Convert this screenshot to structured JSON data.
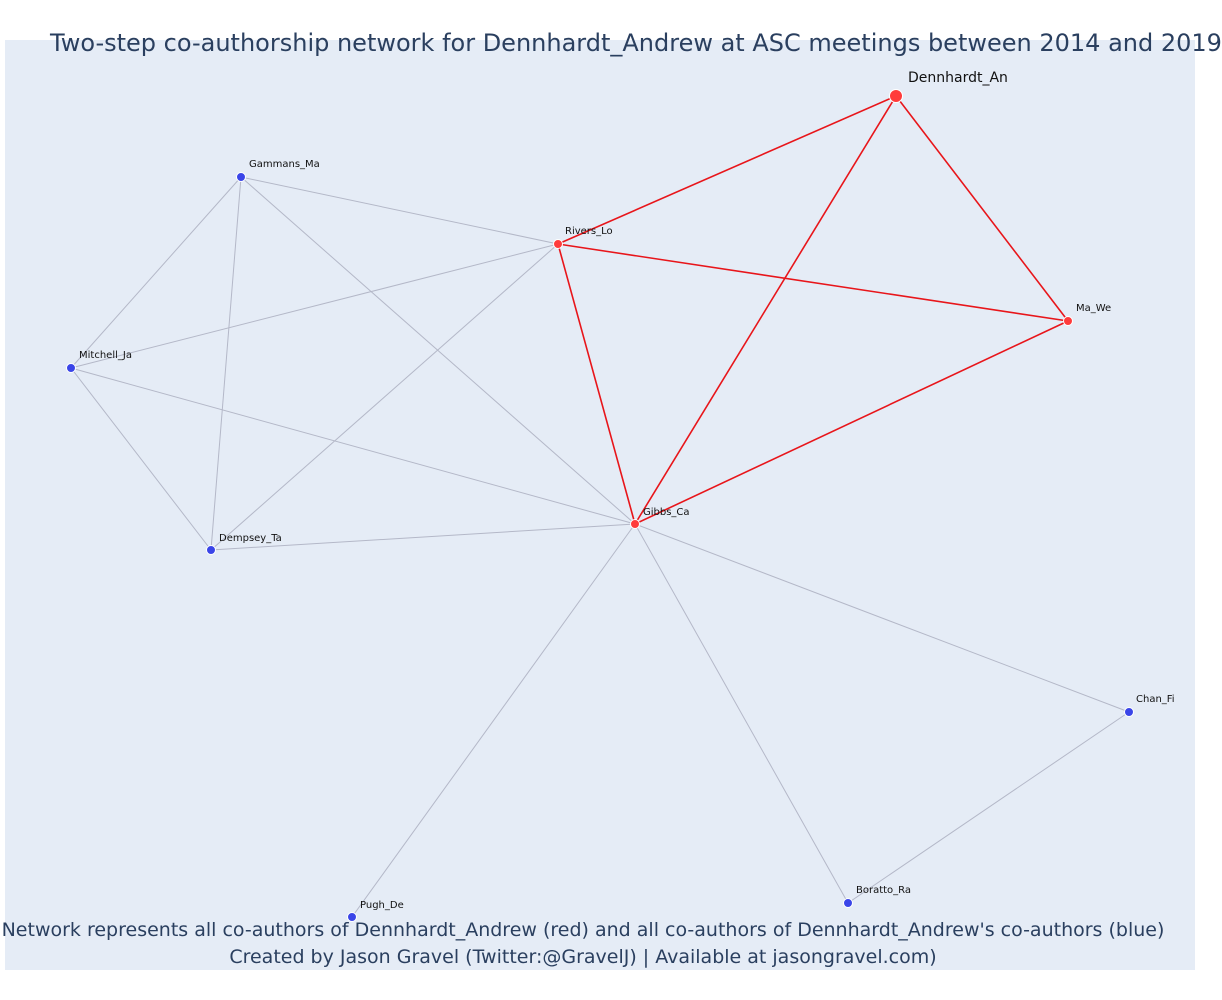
{
  "title": "Two-step co-authorship network for Dennhardt_Andrew at ASC meetings between 2014 and 2019",
  "caption": {
    "line1": "Network represents all co-authors of Dennhardt_Andrew (red) and all co-authors of Dennhardt_Andrew's co-authors (blue)",
    "line2": "Created by Jason Gravel (Twitter:@GravelJ) | Available at jasongravel.com)"
  },
  "colors": {
    "plot_background": "#e5ecf6",
    "first_step_node": "#ff3b3b",
    "second_step_node": "#3a45e8",
    "first_step_edge": "#e8151a",
    "second_step_edge": "#b4b8c8",
    "text": "#2a3f5f"
  },
  "nodes": [
    {
      "id": "Dennhardt_An",
      "label": "Dennhardt_An",
      "group": "ego"
    },
    {
      "id": "Rivers_Lo",
      "label": "Rivers_Lo",
      "group": "co-author"
    },
    {
      "id": "Ma_We",
      "label": "Ma_We",
      "group": "co-author"
    },
    {
      "id": "Gibbs_Ca",
      "label": "Gibbs_Ca",
      "group": "co-author"
    },
    {
      "id": "Gammans_Ma",
      "label": "Gammans_Ma",
      "group": "second-step"
    },
    {
      "id": "Mitchell_Ja",
      "label": "Mitchell_Ja",
      "group": "second-step"
    },
    {
      "id": "Dempsey_Ta",
      "label": "Dempsey_Ta",
      "group": "second-step"
    },
    {
      "id": "Chan_Fi",
      "label": "Chan_Fi",
      "group": "second-step"
    },
    {
      "id": "Boratto_Ra",
      "label": "Boratto_Ra",
      "group": "second-step"
    },
    {
      "id": "Pugh_De",
      "label": "Pugh_De",
      "group": "second-step"
    }
  ],
  "edges": [
    {
      "source": "Dennhardt_An",
      "target": "Rivers_Lo",
      "type": "first-step"
    },
    {
      "source": "Dennhardt_An",
      "target": "Ma_We",
      "type": "first-step"
    },
    {
      "source": "Dennhardt_An",
      "target": "Gibbs_Ca",
      "type": "first-step"
    },
    {
      "source": "Rivers_Lo",
      "target": "Ma_We",
      "type": "first-step"
    },
    {
      "source": "Rivers_Lo",
      "target": "Gibbs_Ca",
      "type": "first-step"
    },
    {
      "source": "Ma_We",
      "target": "Gibbs_Ca",
      "type": "first-step"
    },
    {
      "source": "Gammans_Ma",
      "target": "Rivers_Lo",
      "type": "second-step"
    },
    {
      "source": "Gammans_Ma",
      "target": "Mitchell_Ja",
      "type": "second-step"
    },
    {
      "source": "Gammans_Ma",
      "target": "Dempsey_Ta",
      "type": "second-step"
    },
    {
      "source": "Gammans_Ma",
      "target": "Gibbs_Ca",
      "type": "second-step"
    },
    {
      "source": "Mitchell_Ja",
      "target": "Rivers_Lo",
      "type": "second-step"
    },
    {
      "source": "Mitchell_Ja",
      "target": "Gibbs_Ca",
      "type": "second-step"
    },
    {
      "source": "Mitchell_Ja",
      "target": "Dempsey_Ta",
      "type": "second-step"
    },
    {
      "source": "Dempsey_Ta",
      "target": "Rivers_Lo",
      "type": "second-step"
    },
    {
      "source": "Dempsey_Ta",
      "target": "Gibbs_Ca",
      "type": "second-step"
    },
    {
      "source": "Gibbs_Ca",
      "target": "Chan_Fi",
      "type": "second-step"
    },
    {
      "source": "Gibbs_Ca",
      "target": "Boratto_Ra",
      "type": "second-step"
    },
    {
      "source": "Gibbs_Ca",
      "target": "Pugh_De",
      "type": "second-step"
    },
    {
      "source": "Chan_Fi",
      "target": "Boratto_Ra",
      "type": "second-step"
    }
  ]
}
